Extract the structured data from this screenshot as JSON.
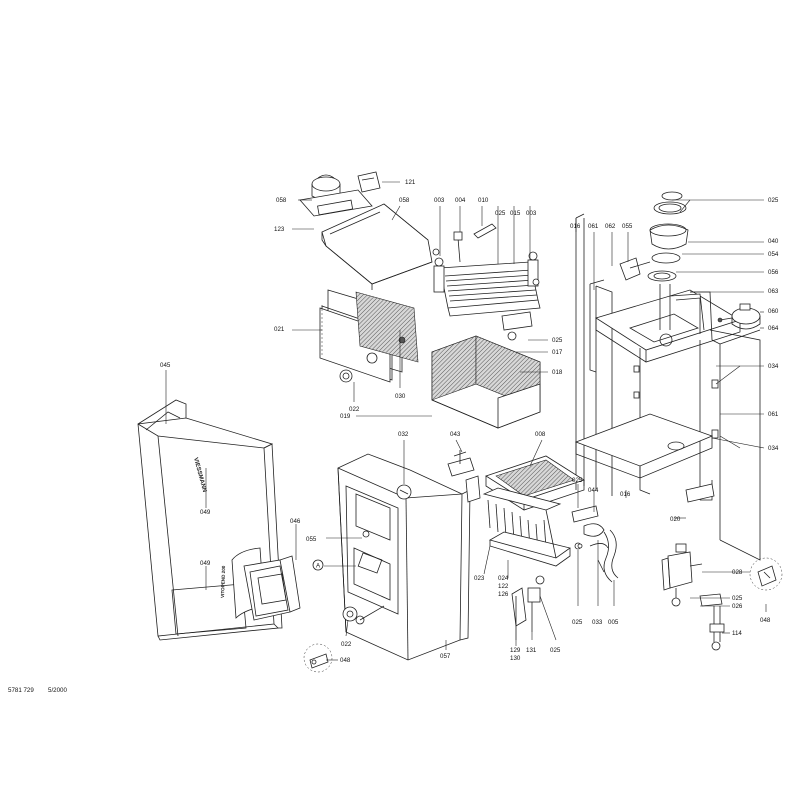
{
  "footer": {
    "doc_number": "5781 729",
    "date": "5/2000"
  },
  "brand": {
    "logo": "VIESSMANN",
    "model": "VITOPEND 200"
  },
  "callout_symbol": "A",
  "labels": [
    {
      "id": "l121",
      "text": "121"
    },
    {
      "id": "l058a",
      "text": "058"
    },
    {
      "id": "l058b",
      "text": "058"
    },
    {
      "id": "l003a",
      "text": "003"
    },
    {
      "id": "l004",
      "text": "004"
    },
    {
      "id": "l010",
      "text": "010"
    },
    {
      "id": "l025a",
      "text": "025"
    },
    {
      "id": "l015",
      "text": "015"
    },
    {
      "id": "l003b",
      "text": "003"
    },
    {
      "id": "l016a",
      "text": "016"
    },
    {
      "id": "l061a",
      "text": "061"
    },
    {
      "id": "l062",
      "text": "062"
    },
    {
      "id": "l055a",
      "text": "055"
    },
    {
      "id": "l025b",
      "text": "025"
    },
    {
      "id": "l123",
      "text": "123"
    },
    {
      "id": "l040",
      "text": "040"
    },
    {
      "id": "l054",
      "text": "054"
    },
    {
      "id": "l056",
      "text": "056"
    },
    {
      "id": "l063",
      "text": "063"
    },
    {
      "id": "l021",
      "text": "021"
    },
    {
      "id": "l060",
      "text": "060"
    },
    {
      "id": "l064",
      "text": "064"
    },
    {
      "id": "l025c",
      "text": "025"
    },
    {
      "id": "l017",
      "text": "017"
    },
    {
      "id": "l018",
      "text": "018"
    },
    {
      "id": "l030",
      "text": "030"
    },
    {
      "id": "l022a",
      "text": "022"
    },
    {
      "id": "l019",
      "text": "019"
    },
    {
      "id": "l045",
      "text": "045"
    },
    {
      "id": "l034a",
      "text": "034"
    },
    {
      "id": "l061b",
      "text": "061"
    },
    {
      "id": "l032",
      "text": "032"
    },
    {
      "id": "l043",
      "text": "043"
    },
    {
      "id": "l008",
      "text": "008"
    },
    {
      "id": "l034b",
      "text": "034"
    },
    {
      "id": "l049a",
      "text": "049"
    },
    {
      "id": "l025d",
      "text": "025"
    },
    {
      "id": "l044",
      "text": "044"
    },
    {
      "id": "l016b",
      "text": "016"
    },
    {
      "id": "l046",
      "text": "046"
    },
    {
      "id": "l055b",
      "text": "055"
    },
    {
      "id": "l020",
      "text": "020"
    },
    {
      "id": "l049b",
      "text": "049"
    },
    {
      "id": "l023",
      "text": "023"
    },
    {
      "id": "l024",
      "text": "024"
    },
    {
      "id": "l122",
      "text": "122"
    },
    {
      "id": "l126",
      "text": "126"
    },
    {
      "id": "l028",
      "text": "028"
    },
    {
      "id": "l025e",
      "text": "025"
    },
    {
      "id": "l033",
      "text": "033"
    },
    {
      "id": "l005",
      "text": "005"
    },
    {
      "id": "l025f",
      "text": "025"
    },
    {
      "id": "l026",
      "text": "026"
    },
    {
      "id": "l048a",
      "text": "048"
    },
    {
      "id": "l022b",
      "text": "022"
    },
    {
      "id": "l114",
      "text": "114"
    },
    {
      "id": "l129",
      "text": "129"
    },
    {
      "id": "l130",
      "text": "130"
    },
    {
      "id": "l131",
      "text": "131"
    },
    {
      "id": "l025g",
      "text": "025"
    },
    {
      "id": "l057",
      "text": "057"
    },
    {
      "id": "l048b",
      "text": "048"
    }
  ]
}
